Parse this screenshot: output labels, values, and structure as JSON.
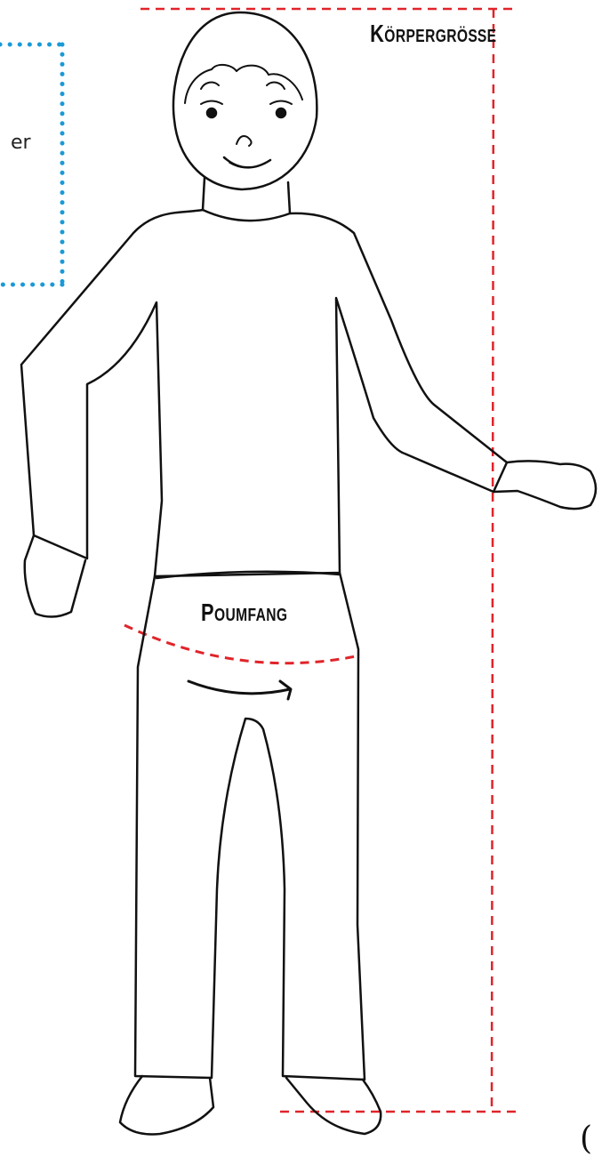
{
  "labels": {
    "body_height": "Körpergröße",
    "hip_circumference": "Poumfang",
    "cut_off_text": "er",
    "corner_mark": "("
  },
  "colors": {
    "measure_line": "#e0242a",
    "info_box_border": "#1a9ad6",
    "drawing_stroke": "#111111",
    "background": "#ffffff"
  },
  "icons": {
    "figure": "child-figure-outline",
    "arrow": "curved-arrow-right"
  }
}
